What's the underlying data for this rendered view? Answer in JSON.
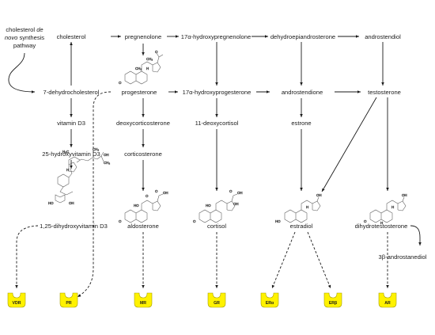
{
  "nodes": {
    "cholesterol_de_novo_line1_pre": "cholesterol ",
    "cholesterol_de_novo_line1_em": "de",
    "cholesterol_de_novo_line2_em": "novo",
    "cholesterol_de_novo_line2_post": " synthesis",
    "cholesterol_de_novo_line3": "pathway",
    "cholesterol": "cholesterol",
    "pregnenolone": "pregnenolone",
    "hydroxypregnenolone": "17α-hydroxypregnenolone",
    "dhea": "dehydroepiandrosterone",
    "androstendiol": "androstendiol",
    "dehydrocholesterol": "7-dehydrocholesterol",
    "progesterone": "progesterone",
    "hydroxyprogesterone": "17α-hydroxyprogesterone",
    "androstendione": "androstendione",
    "testosterone": "testosterone",
    "vitamin_d3": "vitamin D3",
    "deoxycorticosterone": "deoxycorticosterone",
    "deoxycortisol": "11-deoxycortisol",
    "estrone": "estrone",
    "hydroxyvitamin_d3": "25-hydroxyvitamin D3",
    "corticosterone": "corticosterone",
    "dihydroxyvitamin_d3": "1,25-dihydroxyvitamin D3",
    "aldosterone": "aldosterone",
    "cortisol": "cortisol",
    "estradiol": "estradiol",
    "dihydrotestosterone": "dihydrotestosterone",
    "androstanediol": "3β-androstanediol"
  },
  "receptors": {
    "vdr": "VDR",
    "pr": "PR",
    "mr": "MR",
    "gr": "GR",
    "er_alpha": "ERα",
    "er_beta": "ERβ",
    "ar": "AR"
  },
  "atoms": {
    "ch3": "CH₃",
    "h": "H",
    "o": "O",
    "oh": "OH",
    "ho": "HO",
    "h3c": "H₃C"
  },
  "colors": {
    "receptor_fill": "#fff200",
    "line": "#1a1a1a"
  }
}
